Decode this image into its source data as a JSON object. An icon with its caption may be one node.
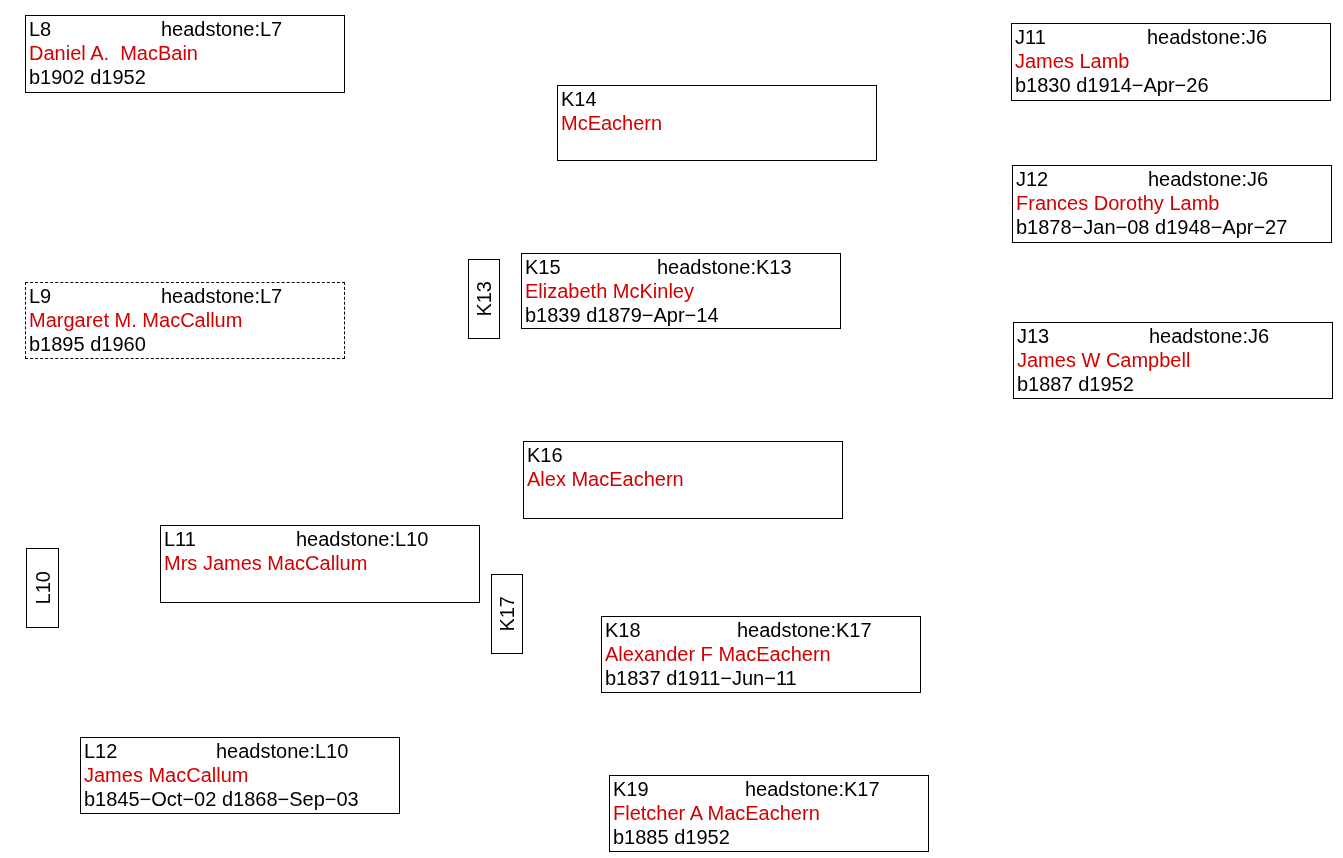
{
  "diagram": {
    "nodes": [
      {
        "text": [
          "L8",
          "headstone:L7",
          "Daniel A.  MacBain",
          "b1902 d1952"
        ]
      },
      {
        "text": [
          "K14",
          "McEachern"
        ]
      },
      {
        "text": [
          "J11",
          "headstone:J6",
          "James Lamb",
          "b1830 d1914−Apr−26"
        ]
      },
      {
        "text": [
          "J12",
          "headstone:J6",
          "Frances Dorothy Lamb",
          "b1878−Jan−08 d1948−Apr−27"
        ]
      },
      {
        "text": [
          "L9",
          "headstone:L7",
          "Margaret M. MacCallum",
          "b1895 d1960"
        ]
      },
      {
        "text": [
          "K13"
        ]
      },
      {
        "text": [
          "K15",
          "headstone:K13",
          "Elizabeth McKinley",
          "b1839 d1879−Apr−14"
        ]
      },
      {
        "text": [
          "J13",
          "headstone:J6",
          "James W Campbell",
          "b1887 d1952"
        ]
      },
      {
        "text": [
          "K16",
          "Alex MacEachern"
        ]
      },
      {
        "text": [
          "L10"
        ]
      },
      {
        "text": [
          "L11",
          "headstone:L10",
          "Mrs James MacCallum"
        ]
      },
      {
        "text": [
          "K17"
        ]
      },
      {
        "text": [
          "K18",
          "headstone:K17",
          "Alexander F MacEachern",
          "b1837 d1911−Jun−11"
        ]
      },
      {
        "text": [
          "L12",
          "headstone:L10",
          "James MacCallum",
          "b1845−Oct−02 d1868−Sep−03"
        ]
      },
      {
        "text": [
          "K19",
          "headstone:K17",
          "Fletcher A MacEachern",
          "b1885 d1952"
        ]
      }
    ],
    "edges": []
  }
}
